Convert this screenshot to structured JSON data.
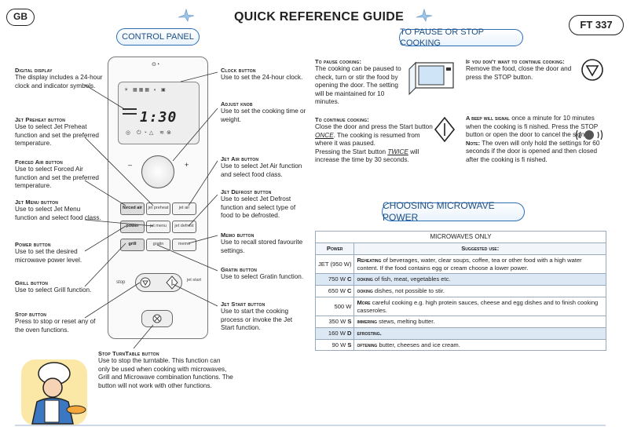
{
  "header": {
    "lang_badge": "GB",
    "title": "QUICK REFERENCE GUIDE",
    "model_badge": "FT 337"
  },
  "sections": {
    "control_panel": "CONTROL PANEL",
    "pause_stop": "TO PAUSE OR STOP COOKING",
    "choosing_power": "CHOOSING MICROWAVE POWER"
  },
  "left_labels": [
    {
      "title": "Digital display",
      "text": "The display includes a 24-hour clock and indicator symbols."
    },
    {
      "title": "Jet Preheat button",
      "text": "Use to select Jet Preheat function and set the preferred temperature."
    },
    {
      "title": "Forced Air button",
      "text": "Use to select Forced Air function and set the preferred temperature."
    },
    {
      "title": "Jet Menu button",
      "text": "Use to select Jet Menu function and select food class."
    },
    {
      "title": "Power button",
      "text": "Use to set the desired microwave power level."
    },
    {
      "title": "Grill button",
      "text": "Use to select Grill function."
    },
    {
      "title": "Stop button",
      "text": "Press to stop or reset any of the oven functions."
    }
  ],
  "right_labels": [
    {
      "title": "Clock button",
      "text": "Use to set the 24-hour clock."
    },
    {
      "title": "Adjust knob",
      "text": "Use to set the cooking time or weight."
    },
    {
      "title": "Jet Air button",
      "text": "Use to select Jet Air function and select food class."
    },
    {
      "title": "Jet Defrost button",
      "text": "Use to select Jet Defrost function and select type of food to be defrosted."
    },
    {
      "title": "Memo button",
      "text": "Use to recall stored favourite settings."
    },
    {
      "title": "Gratin button",
      "text": "Use to select Gratin function."
    },
    {
      "title": "Jet Start button",
      "text": "Use to start the cooking process or invoke the Jet Start function."
    }
  ],
  "turntable": {
    "title": "Stop TurnTable button",
    "text": "Use to stop the turntable. This function can only be used when cooking with microwaves, Grill and Microwave combination functions. The button will not work with other functions."
  },
  "panel": {
    "display_time": "1:30",
    "buttons": {
      "forced_air": "forced air",
      "jet_preheat": "jet preheat",
      "jet_air": "jet air",
      "power": "power",
      "jet_menu": "jet menu",
      "jet_defrost": "jet defrost",
      "grill": "grill",
      "gratin": "gratin",
      "memo": "memo",
      "stop": "stop",
      "jet_start": "jet start",
      "minus": "–",
      "plus": "+"
    }
  },
  "pause": {
    "title": "To pause cooking:",
    "text": "The cooking can be paused to check, turn or stir the food by opening the door. The setting will be maintained for 10 minutes."
  },
  "continue": {
    "title": "To continue cooking:",
    "text1": "Close the door and press the Start button",
    "once": "ONCE",
    "text2": ". The cooking is resumed from where it was paused.",
    "text3": "Pressing the Start button",
    "twice": "TWICE",
    "text4": "will increase the time by 30 seconds."
  },
  "dont_continue": {
    "title": "If you don't want to continue cooking:",
    "text": "Remove the food, close the door and press the STOP button."
  },
  "beep": {
    "title": "A beep will signal",
    "text": "once a minute for 10 minutes when the cooking is fi nished. Press the STOP button or open the door to cancel the signal.",
    "note_label": "Note:",
    "note": "The oven will only hold the settings for 60 seconds if the door is opened and then closed after the cooking is fi nished."
  },
  "table": {
    "caption": "MICROWAVES ONLY",
    "headers": [
      "Power",
      "Suggested use:"
    ],
    "rows": [
      {
        "power": "JET (950 W)",
        "lead": "Reheating",
        "text": "of beverages, water, clear soups, coffee, tea or other food with a high water content. If the food contains egg or cream choose a lower power.",
        "hl": false
      },
      {
        "power": "750 W",
        "code": "C",
        "lead": "ooking",
        "text": "of fish, meat, vegetables etc.",
        "hl": true
      },
      {
        "power": "650 W",
        "code": "C",
        "lead": "ooking",
        "text": "dishes, not possible to stir.",
        "hl": false
      },
      {
        "power": "500 W",
        "lead": "More",
        "text": "careful cooking e.g. high protein sauces, cheese and egg dishes and to finish cooking casseroles.",
        "hl": false
      },
      {
        "power": "350 W",
        "code": "S",
        "lead": "immering",
        "text": "stews, melting butter.",
        "hl": false
      },
      {
        "power": "160 W",
        "code": "D",
        "lead": "efrosting.",
        "text": "",
        "hl": true
      },
      {
        "power": "90 W",
        "code": "S",
        "lead": "oftening",
        "text": "butter, cheeses and ice cream.",
        "hl": false
      }
    ]
  },
  "colors": {
    "accent": "#2b6fb6",
    "highlight": "#dde8f5"
  }
}
